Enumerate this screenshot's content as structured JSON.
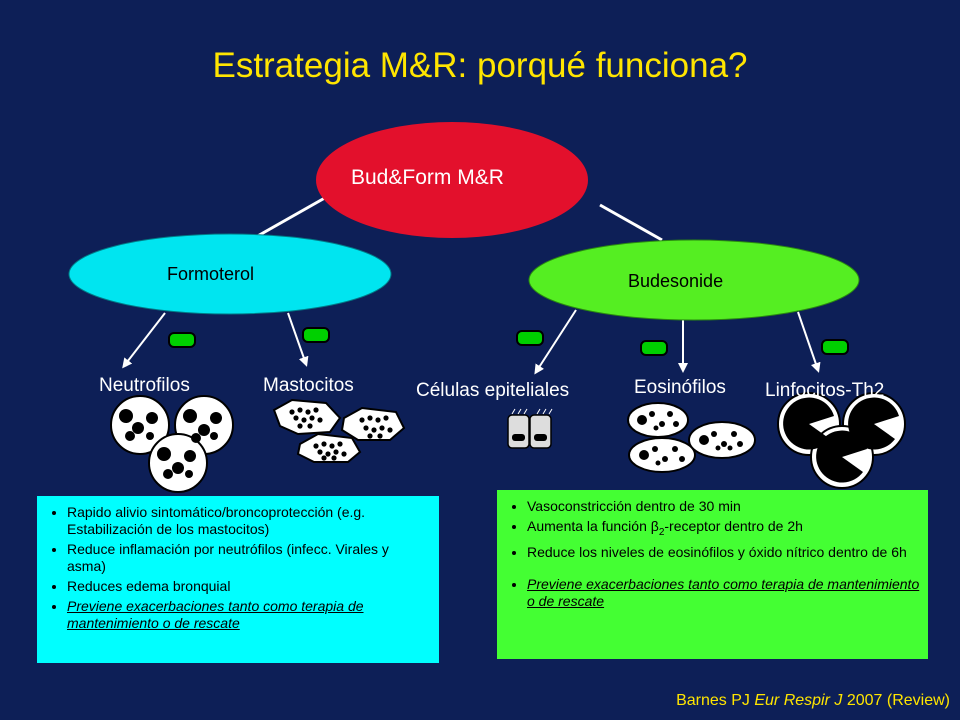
{
  "title": "Estrategia  M&R: porqué funciona?",
  "nodes": {
    "root": "Bud&Form M&R",
    "formoterol": "Formoterol",
    "budesonide": "Budesonide"
  },
  "cells": {
    "neutrofilos": "Neutrofilos",
    "mastocitos": "Mastocitos",
    "epiteliales": "Células epiteliales",
    "eosinofilos": "Eosinófilos",
    "linfocitos": "Linfocitos-Th2"
  },
  "left_box": {
    "items": [
      "Rapido alivio sintomático/broncoprotección (e.g. Estabilización de los mastocitos)",
      "Reduce inflamación por neutrófilos (infecc. Virales y asma)",
      "Reduces edema bronquial",
      "Previene exacerbaciones tanto como terapia de mantenimiento o de rescate"
    ]
  },
  "right_box": {
    "item1": "Vasoconstricción dentro de 30 min",
    "item2_pre": "Aumenta la función ",
    "item2_beta": "β",
    "item2_sub": "2",
    "item2_post": "-receptor dentro de 2h",
    "item3": "Reduce los niveles de eosinófilos y óxido nítrico dentro de 6h",
    "item4": "Previene exacerbaciones tanto como terapia de mantenimiento o de rescate"
  },
  "citation": {
    "authors": "Barnes PJ ",
    "journal": "Eur Respir J",
    "rest": " 2007 (Review)"
  },
  "colors": {
    "background": "#0d1f57",
    "title": "#ffe500",
    "root": "#e3102c",
    "formoterol": "#00e5f0",
    "budesonide": "#55ee22",
    "minus": "#00d000",
    "left_box": "#00ffff",
    "right_box": "#44ff33"
  }
}
